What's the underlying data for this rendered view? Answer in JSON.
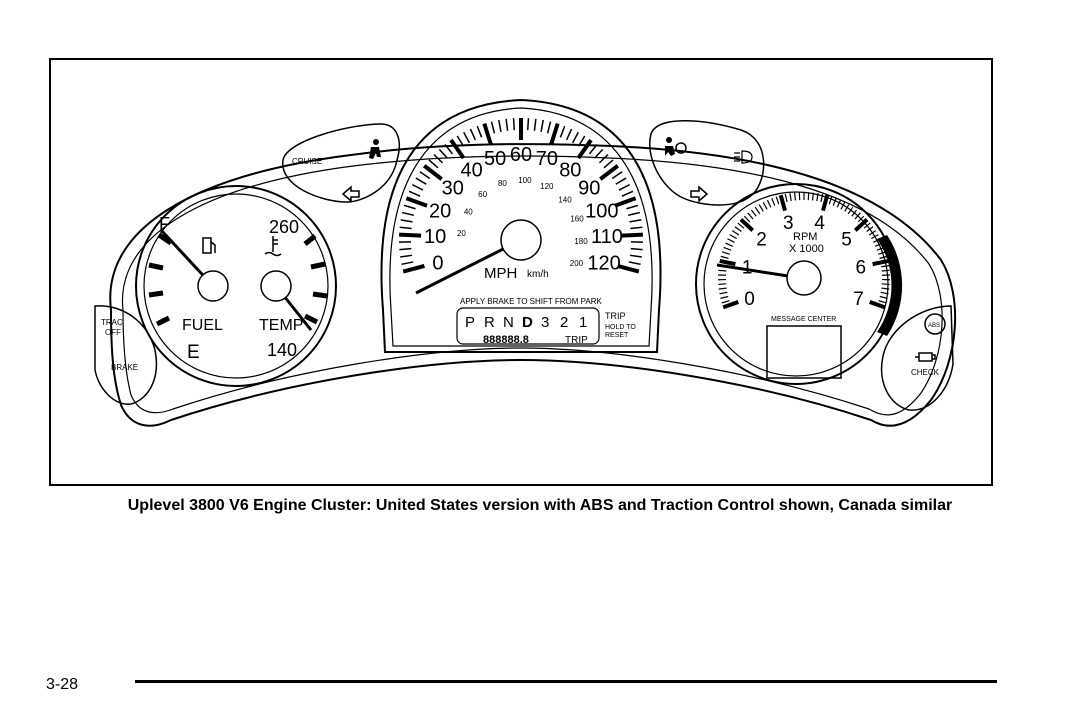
{
  "figure": {
    "fuel_gauge": {
      "full_label": "F",
      "empty_label": "E",
      "name_label": "FUEL"
    },
    "temp_gauge": {
      "high_label": "260",
      "low_label": "140",
      "name_label": "TEMP"
    },
    "speedometer": {
      "mph_labels": [
        "0",
        "10",
        "20",
        "30",
        "40",
        "50",
        "60",
        "70",
        "80",
        "90",
        "100",
        "110",
        "120"
      ],
      "kmh_labels": [
        "20",
        "40",
        "60",
        "80",
        "100",
        "120",
        "140",
        "160",
        "180",
        "200"
      ],
      "unit_mph": "MPH",
      "unit_kmh": "km/h",
      "shift_notice": "APPLY BRAKE TO SHIFT FROM PARK",
      "prndl": [
        "P",
        "R",
        "N",
        "D",
        "3",
        "2",
        "1"
      ],
      "odometer": "888888.8",
      "trip_label": "TRIP",
      "trip_button_label": "TRIP",
      "hold_to_label": "HOLD TO",
      "reset_label": "RESET"
    },
    "tachometer": {
      "labels": [
        "0",
        "1",
        "2",
        "3",
        "4",
        "5",
        "6",
        "7"
      ],
      "unit_rpm": "RPM",
      "unit_multiplier": "X 1000",
      "message_center_label": "MESSAGE CENTER"
    },
    "indicators": {
      "cruise": "CRUISE",
      "trac_off_line1": "TRAC",
      "trac_off_line2": "OFF",
      "brake": "BRAKE",
      "abs": "ABS",
      "check": "CHECK"
    }
  },
  "caption": "Uplevel 3800 V6 Engine Cluster: United States version with ABS and Traction Control shown, Canada similar",
  "page_number": "3-28"
}
